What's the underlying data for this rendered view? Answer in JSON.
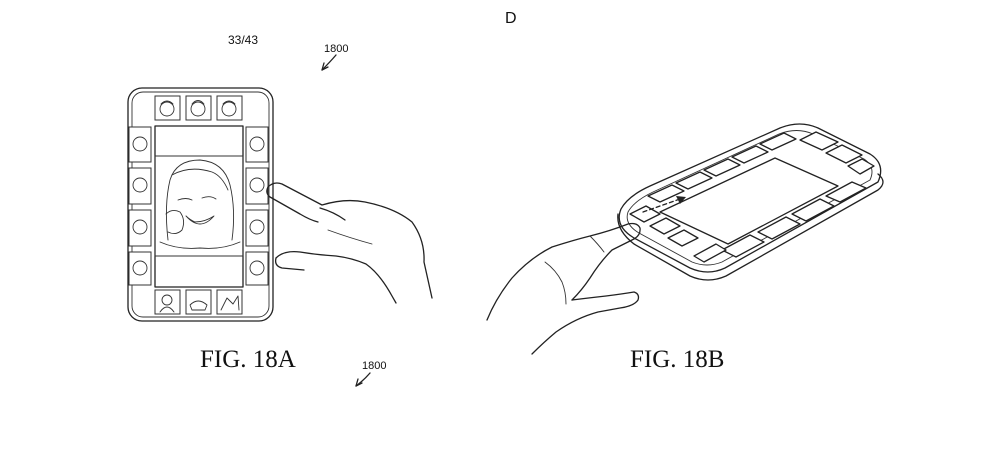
{
  "page_number": "33/43",
  "reference_label_a": "1800",
  "reference_label_b": "1800",
  "caption_a": "FIG. 18A",
  "caption_b": "FIG. 18B",
  "stray_mark": "D"
}
